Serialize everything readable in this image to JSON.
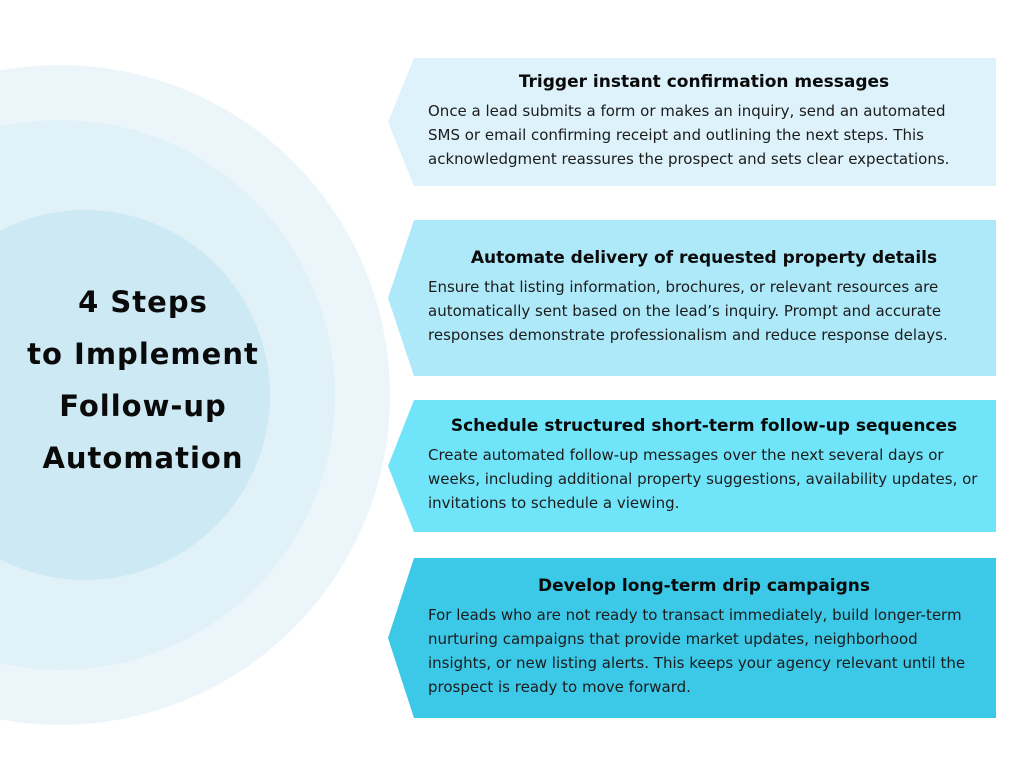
{
  "hero": {
    "title_lines": [
      "4 Steps",
      "to Implement",
      "Follow-up",
      "Automation"
    ],
    "circle_colors": [
      "#ecf6fa",
      "#e0f1f8",
      "#cde9f4"
    ]
  },
  "steps": [
    {
      "title": "Trigger instant confirmation messages",
      "body": "Once a lead submits a form or makes an inquiry, send an automated SMS or email confirming receipt and outlining the next steps. This acknowledgment reassures the prospect and sets clear expectations.",
      "color": "#ddf2fb"
    },
    {
      "title": "Automate delivery of requested property details",
      "body": "Ensure that listing information, brochures, or relevant resources are automatically sent based on the lead’s inquiry. Prompt and accurate responses demonstrate professionalism and reduce response delays.",
      "color": "#aee9f9"
    },
    {
      "title": "Schedule structured short-term follow-up sequences",
      "body": "Create automated follow-up messages over the next several days or weeks, including additional property suggestions, availability updates, or invitations to schedule a viewing.",
      "color": "#70e4f9"
    },
    {
      "title": "Develop long-term drip campaigns",
      "body": "For leads who are not ready to transact immediately, build longer-term nurturing campaigns that provide market updates, neighborhood insights, or new listing alerts. This keeps your agency relevant until the prospect is ready to move forward.",
      "color": "#3cc8e7"
    }
  ]
}
